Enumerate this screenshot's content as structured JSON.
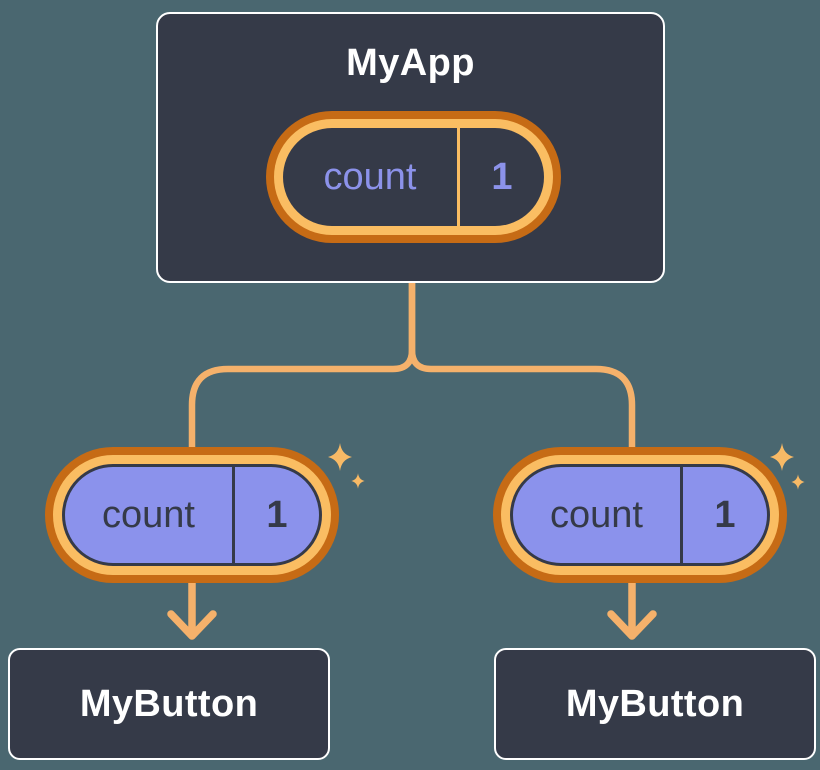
{
  "diagram": {
    "description": "React component tree: parent state passed down as props",
    "background_color": "#4A6770",
    "colors": {
      "card_bg": "#353A48",
      "card_border": "#FFFFFF",
      "ring_light_orange": "#FABD62",
      "ring_dark_orange": "#C66B15",
      "connector_orange": "#F5B16B",
      "sparkle_orange": "#F8BA66",
      "pill_purple": "#8B92EC",
      "text_white": "#FFFFFF",
      "text_purple": "#8C92EA",
      "text_dark": "#353A48"
    },
    "root_component": {
      "title": "MyApp",
      "state": {
        "name": "count",
        "value": "1"
      }
    },
    "child_components": [
      {
        "title": "MyButton",
        "prop": {
          "name": "count",
          "value": "1"
        }
      },
      {
        "title": "MyButton",
        "prop": {
          "name": "count",
          "value": "1"
        }
      }
    ],
    "icons": [
      "sparkle-icon",
      "arrow-down-icon"
    ]
  }
}
